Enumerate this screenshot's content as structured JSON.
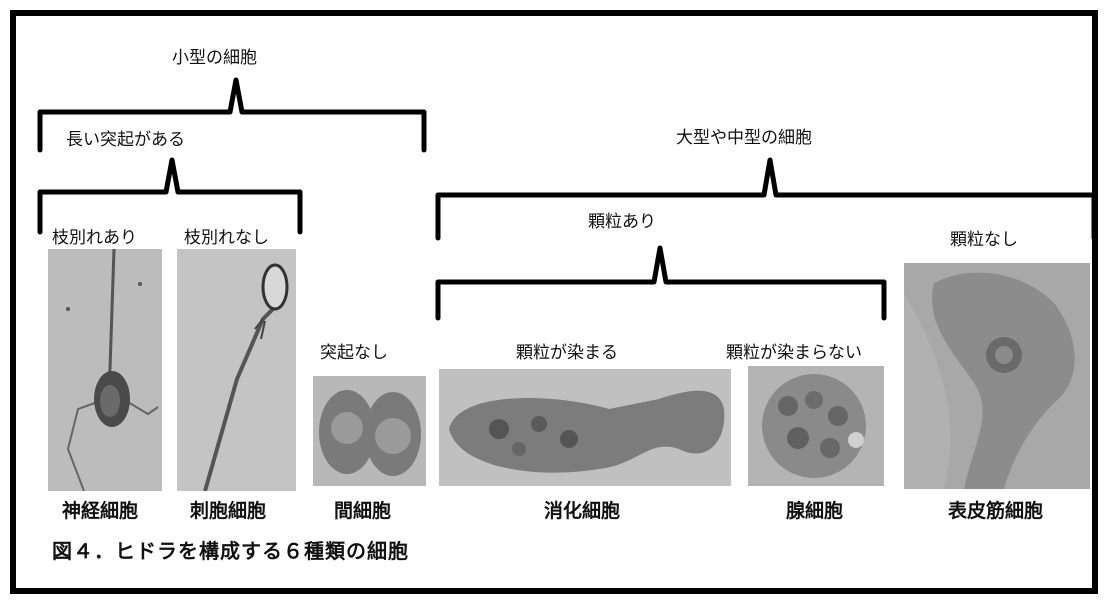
{
  "groups": {
    "small": "小型の細胞",
    "long_process": "長い突起がある",
    "branched": "枝別れあり",
    "unbranched": "枝別れなし",
    "no_process": "突起なし",
    "large_medium": "大型や中型の細胞",
    "granules": "顆粒あり",
    "stained": "顆粒が染まる",
    "unstained": "顆粒が染まらない",
    "no_granules": "顆粒なし"
  },
  "cells": [
    {
      "name": "神経細胞",
      "icon": "nerve-cell-photo"
    },
    {
      "name": "刺胞細胞",
      "icon": "cnidocyte-photo"
    },
    {
      "name": "間細胞",
      "icon": "interstitial-cell-photo"
    },
    {
      "name": "消化細胞",
      "icon": "digestive-cell-photo"
    },
    {
      "name": "腺細胞",
      "icon": "gland-cell-photo"
    },
    {
      "name": "表皮筋細胞",
      "icon": "epitheliomuscular-cell-photo"
    }
  ],
  "caption": "図４．ヒドラを構成する６種類の細胞"
}
